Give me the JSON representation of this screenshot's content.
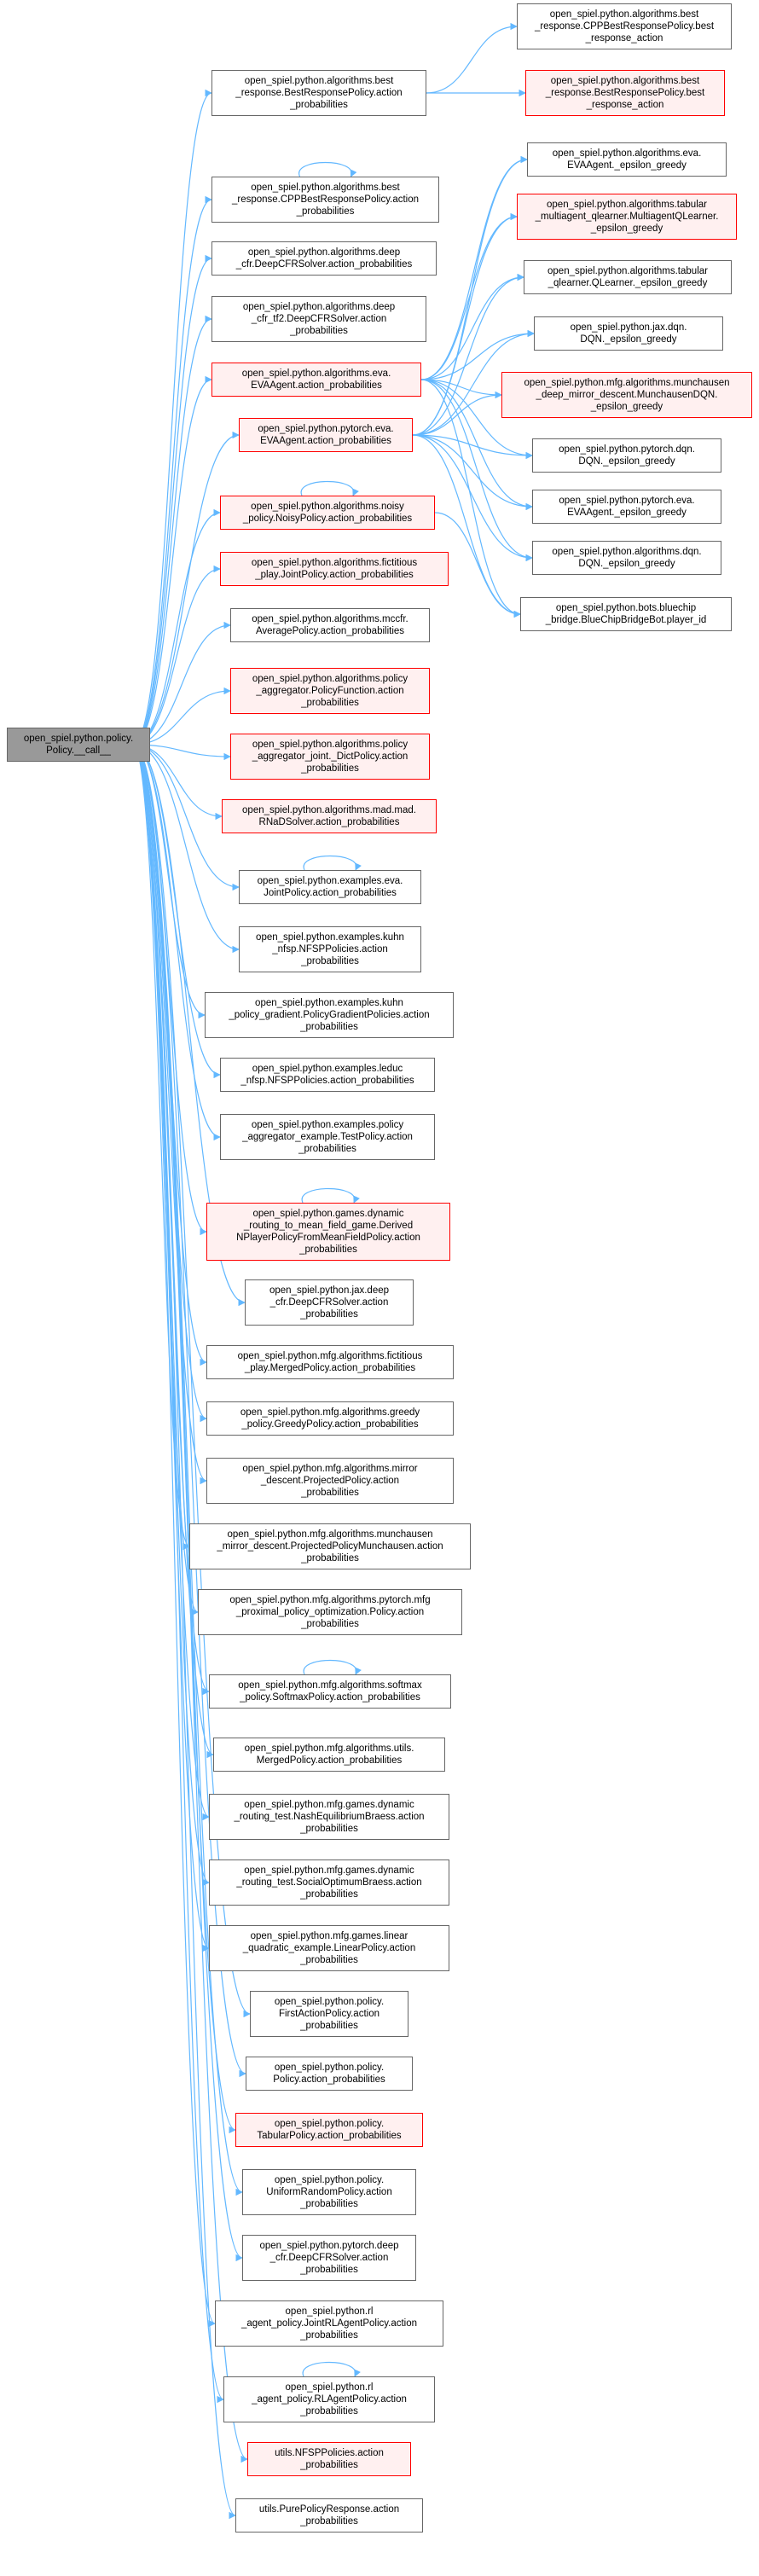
{
  "colors": {
    "edge": "#63b8ff",
    "node_border": "#666666",
    "red_border": "#ff0000",
    "red_fill": "#fff0f0",
    "root_fill": "#999999"
  },
  "root": {
    "id": "root",
    "label": "open_spiel.python.policy.\nPolicy.__call__"
  },
  "callees": [
    {
      "id": "c1",
      "label": "open_spiel.python.algorithms.best\n_response.BestResponsePolicy.action\n_probabilities",
      "red": false,
      "self_loop": false
    },
    {
      "id": "c2",
      "label": "open_spiel.python.algorithms.best\n_response.CPPBestResponsePolicy.action\n_probabilities",
      "red": false,
      "self_loop": true
    },
    {
      "id": "c3",
      "label": "open_spiel.python.algorithms.deep\n_cfr.DeepCFRSolver.action_probabilities",
      "red": false,
      "self_loop": false
    },
    {
      "id": "c4",
      "label": "open_spiel.python.algorithms.deep\n_cfr_tf2.DeepCFRSolver.action\n_probabilities",
      "red": false,
      "self_loop": false
    },
    {
      "id": "c5",
      "label": "open_spiel.python.algorithms.eva.\nEVAAgent.action_probabilities",
      "red": true,
      "self_loop": false
    },
    {
      "id": "c6",
      "label": "open_spiel.python.pytorch.eva.\nEVAAgent.action_probabilities",
      "red": true,
      "self_loop": false
    },
    {
      "id": "c7",
      "label": "open_spiel.python.algorithms.noisy\n_policy.NoisyPolicy.action_probabilities",
      "red": true,
      "self_loop": true
    },
    {
      "id": "c8",
      "label": "open_spiel.python.algorithms.fictitious\n_play.JointPolicy.action_probabilities",
      "red": true,
      "self_loop": false
    },
    {
      "id": "c9",
      "label": "open_spiel.python.algorithms.mccfr.\nAveragePolicy.action_probabilities",
      "red": false,
      "self_loop": false
    },
    {
      "id": "c10",
      "label": "open_spiel.python.algorithms.policy\n_aggregator.PolicyFunction.action\n_probabilities",
      "red": true,
      "self_loop": false
    },
    {
      "id": "c11",
      "label": "open_spiel.python.algorithms.policy\n_aggregator_joint._DictPolicy.action\n_probabilities",
      "red": true,
      "self_loop": false
    },
    {
      "id": "c12",
      "label": "open_spiel.python.algorithms.mad.mad.\nRNaDSolver.action_probabilities",
      "red": true,
      "self_loop": false
    },
    {
      "id": "c13",
      "label": "open_spiel.python.examples.eva.\nJointPolicy.action_probabilities",
      "red": false,
      "self_loop": true
    },
    {
      "id": "c14",
      "label": "open_spiel.python.examples.kuhn\n_nfsp.NFSPPolicies.action\n_probabilities",
      "red": false,
      "self_loop": false
    },
    {
      "id": "c15",
      "label": "open_spiel.python.examples.kuhn\n_policy_gradient.PolicyGradientPolicies.action\n_probabilities",
      "red": false,
      "self_loop": false
    },
    {
      "id": "c16",
      "label": "open_spiel.python.examples.leduc\n_nfsp.NFSPPolicies.action_probabilities",
      "red": false,
      "self_loop": false
    },
    {
      "id": "c17",
      "label": "open_spiel.python.examples.policy\n_aggregator_example.TestPolicy.action\n_probabilities",
      "red": false,
      "self_loop": false
    },
    {
      "id": "c18",
      "label": "open_spiel.python.games.dynamic\n_routing_to_mean_field_game.Derived\nNPlayerPolicyFromMeanFieldPolicy.action\n_probabilities",
      "red": true,
      "self_loop": true
    },
    {
      "id": "c19",
      "label": "open_spiel.python.jax.deep\n_cfr.DeepCFRSolver.action\n_probabilities",
      "red": false,
      "self_loop": false
    },
    {
      "id": "c20",
      "label": "open_spiel.python.mfg.algorithms.fictitious\n_play.MergedPolicy.action_probabilities",
      "red": false,
      "self_loop": false
    },
    {
      "id": "c21",
      "label": "open_spiel.python.mfg.algorithms.greedy\n_policy.GreedyPolicy.action_probabilities",
      "red": false,
      "self_loop": false
    },
    {
      "id": "c22",
      "label": "open_spiel.python.mfg.algorithms.mirror\n_descent.ProjectedPolicy.action\n_probabilities",
      "red": false,
      "self_loop": false
    },
    {
      "id": "c23",
      "label": "open_spiel.python.mfg.algorithms.munchausen\n_mirror_descent.ProjectedPolicyMunchausen.action\n_probabilities",
      "red": false,
      "self_loop": false
    },
    {
      "id": "c24",
      "label": "open_spiel.python.mfg.algorithms.pytorch.mfg\n_proximal_policy_optimization.Policy.action\n_probabilities",
      "red": false,
      "self_loop": false
    },
    {
      "id": "c25",
      "label": "open_spiel.python.mfg.algorithms.softmax\n_policy.SoftmaxPolicy.action_probabilities",
      "red": false,
      "self_loop": true
    },
    {
      "id": "c26",
      "label": "open_spiel.python.mfg.algorithms.utils.\nMergedPolicy.action_probabilities",
      "red": false,
      "self_loop": false
    },
    {
      "id": "c27",
      "label": "open_spiel.python.mfg.games.dynamic\n_routing_test.NashEquilibriumBraess.action\n_probabilities",
      "red": false,
      "self_loop": false
    },
    {
      "id": "c28",
      "label": "open_spiel.python.mfg.games.dynamic\n_routing_test.SocialOptimumBraess.action\n_probabilities",
      "red": false,
      "self_loop": false
    },
    {
      "id": "c29",
      "label": "open_spiel.python.mfg.games.linear\n_quadratic_example.LinearPolicy.action\n_probabilities",
      "red": false,
      "self_loop": false
    },
    {
      "id": "c30",
      "label": "open_spiel.python.policy.\nFirstActionPolicy.action\n_probabilities",
      "red": false,
      "self_loop": false
    },
    {
      "id": "c31",
      "label": "open_spiel.python.policy.\nPolicy.action_probabilities",
      "red": false,
      "self_loop": false
    },
    {
      "id": "c32",
      "label": "open_spiel.python.policy.\nTabularPolicy.action_probabilities",
      "red": true,
      "self_loop": false
    },
    {
      "id": "c33",
      "label": "open_spiel.python.policy.\nUniformRandomPolicy.action\n_probabilities",
      "red": false,
      "self_loop": false
    },
    {
      "id": "c34",
      "label": "open_spiel.python.pytorch.deep\n_cfr.DeepCFRSolver.action\n_probabilities",
      "red": false,
      "self_loop": false
    },
    {
      "id": "c35",
      "label": "open_spiel.python.rl\n_agent_policy.JointRLAgentPolicy.action\n_probabilities",
      "red": false,
      "self_loop": false
    },
    {
      "id": "c36",
      "label": "open_spiel.python.rl\n_agent_policy.RLAgentPolicy.action\n_probabilities",
      "red": false,
      "self_loop": true
    },
    {
      "id": "c37",
      "label": "utils.NFSPPolicies.action\n_probabilities",
      "red": true,
      "self_loop": false
    },
    {
      "id": "c38",
      "label": "utils.PurePolicyResponse.action\n_probabilities",
      "red": false,
      "self_loop": false
    }
  ],
  "right_nodes": [
    {
      "id": "r1",
      "label": "open_spiel.python.algorithms.best\n_response.CPPBestResponsePolicy.best\n_response_action",
      "red": false
    },
    {
      "id": "r2",
      "label": "open_spiel.python.algorithms.best\n_response.BestResponsePolicy.best\n_response_action",
      "red": true
    },
    {
      "id": "r3",
      "label": "open_spiel.python.algorithms.eva.\nEVAAgent._epsilon_greedy",
      "red": false
    },
    {
      "id": "r4",
      "label": "open_spiel.python.algorithms.tabular\n_multiagent_qlearner.MultiagentQLearner.\n_epsilon_greedy",
      "red": true
    },
    {
      "id": "r5",
      "label": "open_spiel.python.algorithms.tabular\n_qlearner.QLearner._epsilon_greedy",
      "red": false
    },
    {
      "id": "r6",
      "label": "open_spiel.python.jax.dqn.\nDQN._epsilon_greedy",
      "red": false
    },
    {
      "id": "r7",
      "label": "open_spiel.python.mfg.algorithms.munchausen\n_deep_mirror_descent.MunchausenDQN.\n_epsilon_greedy",
      "red": true
    },
    {
      "id": "r8",
      "label": "open_spiel.python.pytorch.dqn.\nDQN._epsilon_greedy",
      "red": false
    },
    {
      "id": "r9",
      "label": "open_spiel.python.pytorch.eva.\nEVAAgent._epsilon_greedy",
      "red": false
    },
    {
      "id": "r10",
      "label": "open_spiel.python.algorithms.dqn.\nDQN._epsilon_greedy",
      "red": false
    },
    {
      "id": "r11",
      "label": "open_spiel.python.bots.bluechip\n_bridge.BlueChipBridgeBot.player_id",
      "red": false
    }
  ],
  "edges": [
    [
      "root",
      "c1"
    ],
    [
      "root",
      "c2"
    ],
    [
      "root",
      "c3"
    ],
    [
      "root",
      "c4"
    ],
    [
      "root",
      "c5"
    ],
    [
      "root",
      "c6"
    ],
    [
      "root",
      "c7"
    ],
    [
      "root",
      "c8"
    ],
    [
      "root",
      "c9"
    ],
    [
      "root",
      "c10"
    ],
    [
      "root",
      "c11"
    ],
    [
      "root",
      "c12"
    ],
    [
      "root",
      "c13"
    ],
    [
      "root",
      "c14"
    ],
    [
      "root",
      "c15"
    ],
    [
      "root",
      "c16"
    ],
    [
      "root",
      "c17"
    ],
    [
      "root",
      "c18"
    ],
    [
      "root",
      "c19"
    ],
    [
      "root",
      "c20"
    ],
    [
      "root",
      "c21"
    ],
    [
      "root",
      "c22"
    ],
    [
      "root",
      "c23"
    ],
    [
      "root",
      "c24"
    ],
    [
      "root",
      "c25"
    ],
    [
      "root",
      "c26"
    ],
    [
      "root",
      "c27"
    ],
    [
      "root",
      "c28"
    ],
    [
      "root",
      "c29"
    ],
    [
      "root",
      "c30"
    ],
    [
      "root",
      "c31"
    ],
    [
      "root",
      "c32"
    ],
    [
      "root",
      "c33"
    ],
    [
      "root",
      "c34"
    ],
    [
      "root",
      "c35"
    ],
    [
      "root",
      "c36"
    ],
    [
      "root",
      "c37"
    ],
    [
      "root",
      "c38"
    ],
    [
      "c1",
      "r1"
    ],
    [
      "c1",
      "r2"
    ],
    [
      "c5",
      "r3"
    ],
    [
      "c5",
      "r4"
    ],
    [
      "c5",
      "r5"
    ],
    [
      "c5",
      "r6"
    ],
    [
      "c5",
      "r7"
    ],
    [
      "c5",
      "r8"
    ],
    [
      "c5",
      "r9"
    ],
    [
      "c5",
      "r10"
    ],
    [
      "c5",
      "r11"
    ],
    [
      "c6",
      "r3"
    ],
    [
      "c6",
      "r4"
    ],
    [
      "c6",
      "r5"
    ],
    [
      "c6",
      "r6"
    ],
    [
      "c6",
      "r7"
    ],
    [
      "c6",
      "r8"
    ],
    [
      "c6",
      "r9"
    ],
    [
      "c6",
      "r10"
    ],
    [
      "c6",
      "r11"
    ],
    [
      "c7",
      "r11"
    ]
  ]
}
